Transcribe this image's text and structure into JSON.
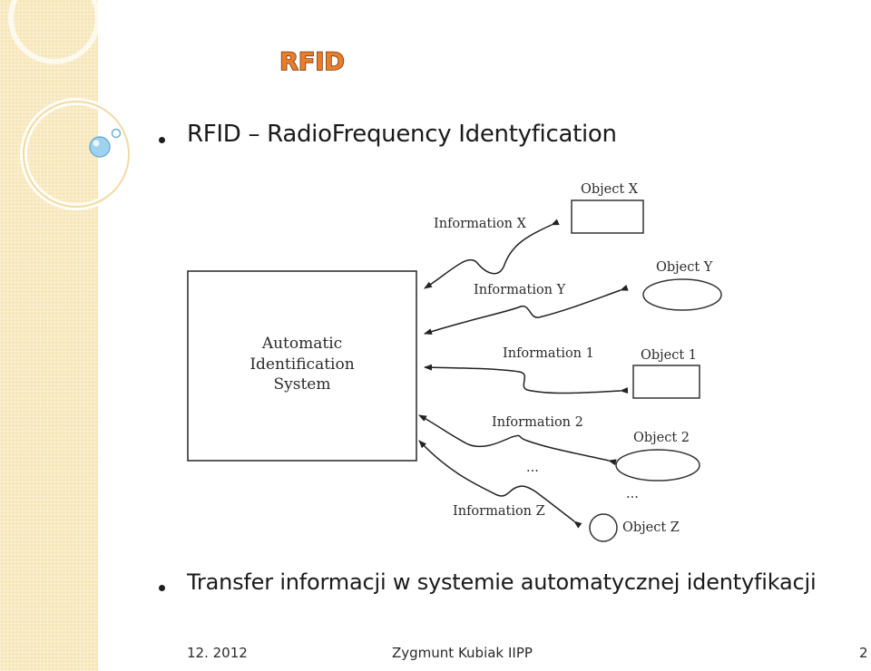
{
  "slide": {
    "title": "RFID",
    "bullets": [
      "RFID – RadioFrequency Identyfication",
      "Transfer informacji w systemie automatycznej identyfikacji"
    ]
  },
  "diagram": {
    "system_label": [
      "Automatic",
      "Identification",
      "System"
    ],
    "objects": [
      {
        "name": "Object X",
        "shape": "rectangle",
        "info": "Information X"
      },
      {
        "name": "Object Y",
        "shape": "ellipse",
        "info": "Information Y"
      },
      {
        "name": "Object 1",
        "shape": "rectangle",
        "info": "Information 1"
      },
      {
        "name": "Object 2",
        "shape": "ellipse",
        "info": "Information 2"
      },
      {
        "name": "Object Z",
        "shape": "circle",
        "info": "Information Z"
      }
    ],
    "ellipsis_marks": [
      "...",
      "..."
    ]
  },
  "footer": {
    "date": "12. 2012",
    "author": "Zygmunt Kubiak",
    "institute": "IIPP",
    "page": "2"
  },
  "colors": {
    "strip": "#f6e6b8",
    "title_fill": "#e87d2a",
    "title_stroke": "#7a3a12",
    "bubble": "#9ed3ef"
  }
}
